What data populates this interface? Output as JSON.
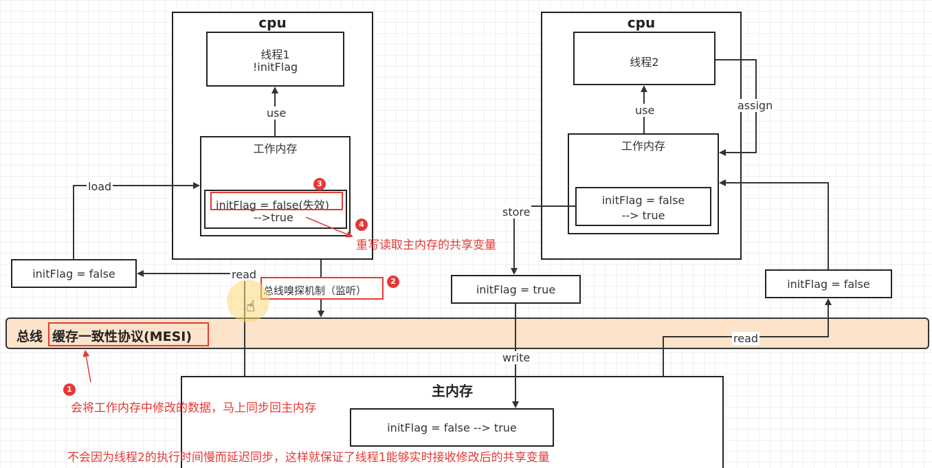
{
  "cpu_left": {
    "title": "cpu",
    "thread_line1": "线程1",
    "thread_line2": "!initFlag",
    "use_label": "use",
    "work_mem": "工作内存",
    "var_line1": "initFlag = false(失效)",
    "var_line2": "-->true"
  },
  "cpu_right": {
    "title": "cpu",
    "thread": "线程2",
    "use_label": "use",
    "assign_label": "assign",
    "work_mem": "工作内存",
    "var_line1": "initFlag = false",
    "var_line2": "--> true"
  },
  "labels": {
    "load": "load",
    "read_left": "read",
    "store": "store",
    "write": "write",
    "read_right": "read"
  },
  "boxes": {
    "left_var": "initFlag = false",
    "mid_var": "initFlag =  true",
    "right_var": "initFlag = false"
  },
  "bus": {
    "prefix": "总线",
    "protocol": "缓存一致性协议(MESI)"
  },
  "main_memory": {
    "title": "主内存",
    "var": "initFlag = false --> true"
  },
  "annotations": {
    "n1": "1",
    "n2": "2",
    "n3": "3",
    "n4": "4",
    "snoop": "总线嗅探机制（监听）",
    "reread": "重写读取主内存的共享变量",
    "note1": "会将工作内存中修改的数据，马上同步回主内存",
    "note2": "不会因为线程2的执行时间慢而延迟同步，这样就保证了线程1能够实时接收修改后的共享变量"
  },
  "colors": {
    "annotation_red": "#e53935",
    "bus_fill": "#fde3c9",
    "line": "#333333"
  }
}
